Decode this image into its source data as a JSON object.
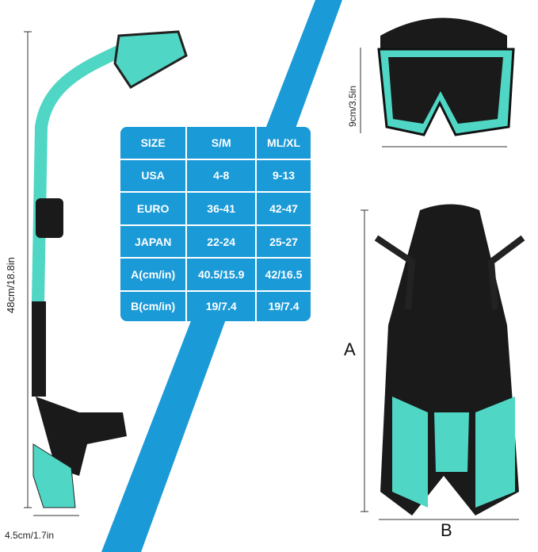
{
  "size_chart": {
    "headers": [
      "SIZE",
      "S/M",
      "ML/XL"
    ],
    "rows": [
      [
        "USA",
        "4-8",
        "9-13"
      ],
      [
        "EURO",
        "36-41",
        "42-47"
      ],
      [
        "JAPAN",
        "22-24",
        "25-27"
      ],
      [
        "A(cm/in)",
        "40.5/15.9",
        "42/16.5"
      ],
      [
        "B(cm/in)",
        "19/7.4",
        "19/7.4"
      ]
    ]
  },
  "dimensions": {
    "snorkel_height": "48cm/18.8in",
    "snorkel_width": "4.5cm/1.7in",
    "mask_height": "9cm/3.5in",
    "fin_length_label": "A",
    "fin_width_label": "B"
  },
  "colors": {
    "table_bg": "#1b9ad8",
    "stripe": "#1b9ad8",
    "aqua": "#4fd6c4",
    "black": "#1a1a1a"
  }
}
